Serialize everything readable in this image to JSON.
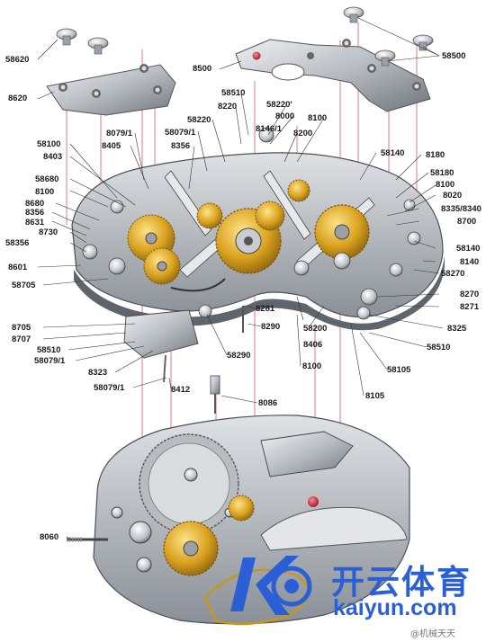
{
  "labels": {
    "l58620": "58620",
    "l8620": "8620",
    "l8500": "8500",
    "l58500": "58500",
    "l58510a": "58510",
    "l8220": "8220",
    "l58220a": "58220'",
    "l8000": "8000",
    "l8100a": "8100",
    "l58220b": "58220",
    "l8079a": "8079/1",
    "l58079a": "58079/1",
    "l8146": "8146/1",
    "l8200": "8200",
    "l58100": "58100",
    "l8405": "8405",
    "l8356a": "8356",
    "l8403": "8403",
    "l58140a": "58140",
    "l8180": "8180",
    "l58680": "58680",
    "l58180": "58180",
    "l8100b": "8100",
    "l8100c": "8100",
    "l8020": "8020",
    "l8680": "8680",
    "l8335": "8335/8340",
    "l8356b": "8356",
    "l8700": "8700",
    "l8631": "8631",
    "l8730": "8730",
    "l58356": "58356",
    "l58140b": "58140",
    "l8140": "8140",
    "l58270": "58270",
    "l8601": "8601",
    "l8270": "8270",
    "l58705": "58705",
    "l8271": "8271",
    "l8281": "8281",
    "l8290": "8290",
    "l8705": "8705",
    "l8325": "8325",
    "l8707": "8707",
    "l8406": "8406",
    "l58200": "58200",
    "l58510b": "58510",
    "l58510c": "58510",
    "l58079b": "58079/1",
    "l58290": "58290",
    "l8100d": "8100",
    "l58105": "58105",
    "l8323": "8323",
    "l58079c": "58079/1",
    "l8412": "8412",
    "l8105": "8105",
    "l8086": "8086",
    "l8060": "8060"
  },
  "watermark": {
    "brand_cn": "开云体育",
    "brand_url": "kaiyun.com",
    "credit": "@机械天天"
  },
  "colors": {
    "steel": "#c9ccd0",
    "steel_dark": "#7e848b",
    "gold": "#d9a21e",
    "ruby": "#c0182a",
    "guide_red": "#d45a6a",
    "leader": "#333333",
    "brand_blue": "#2a5fd6"
  }
}
